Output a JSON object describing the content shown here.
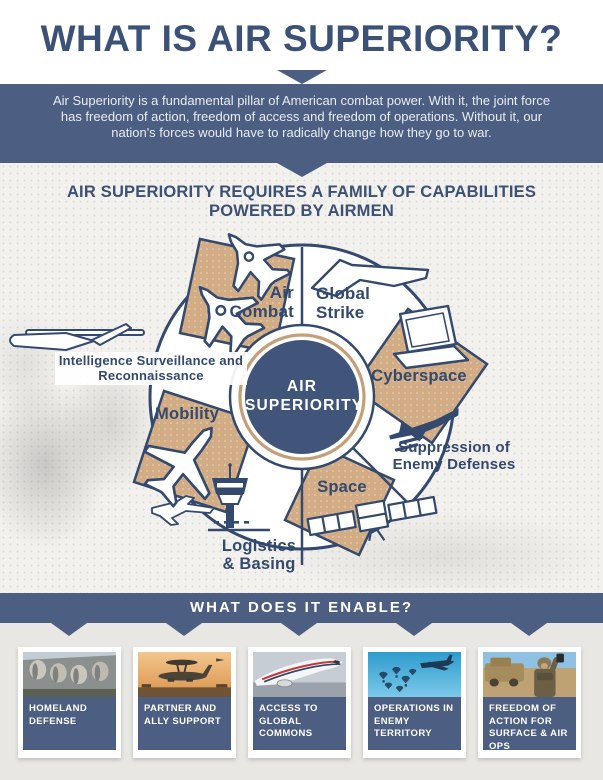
{
  "header": {
    "title": "WHAT IS AIR SUPERIORITY?"
  },
  "intro": {
    "text": "Air Superiority is a fundamental pillar of American combat power. With it, the joint force has freedom of action, freedom of access and freedom of operations. Without it, our nation's forces would have to radically change how they go to war."
  },
  "capabilities_section": {
    "heading_line1": "AIR SUPERIORITY REQUIRES A FAMILY OF CAPABILITIES",
    "heading_line2": "POWERED BY AIRMEN",
    "center_label": "AIR SUPERIORITY",
    "segments": [
      {
        "label": "Air Combat",
        "icon": "fighter-jets-icon",
        "style": "tan"
      },
      {
        "label": "Global Strike",
        "icon": "stealth-bomber-icon",
        "style": "white"
      },
      {
        "label": "Cyberspace",
        "icon": "laptop-icon",
        "style": "tan"
      },
      {
        "label": "Suppression of Enemy Defenses",
        "icon": "strike-jet-icon",
        "style": "white"
      },
      {
        "label": "Space",
        "icon": "satellite-icon",
        "style": "tan"
      },
      {
        "label": "Logistics & Basing",
        "icon": "control-tower-icon",
        "style": "white"
      },
      {
        "label": "Mobility",
        "icon": "transport-plane-icon",
        "style": "tan"
      },
      {
        "label": "Intelligence Surveillance and Reconnaissance",
        "icon": "uav-drone-icon",
        "style": "white"
      }
    ]
  },
  "enable_section": {
    "heading": "WHAT DOES IT ENABLE?",
    "cards": [
      {
        "label": "HOMELAND DEFENSE",
        "photo": "mount-rushmore"
      },
      {
        "label": "PARTNER AND ALLY SUPPORT",
        "photo": "awacs-aircraft"
      },
      {
        "label": "ACCESS TO GLOBAL COMMONS",
        "photo": "commercial-airliner"
      },
      {
        "label": "OPERATIONS IN ENEMY TERRITORY",
        "photo": "airlift-airdrop"
      },
      {
        "label": "FREEDOM OF ACTION FOR SURFACE & AIR OPS",
        "photo": "ground-forces"
      }
    ]
  },
  "colors": {
    "navy_text": "#33496e",
    "slate_panel": "#4c5e81",
    "center_circle": "#41557a",
    "tan_segment": "#d1ac84",
    "tan_ring": "#c49f77",
    "background_light": "#f2f1ee",
    "background_bottom": "#e8e7e4"
  }
}
